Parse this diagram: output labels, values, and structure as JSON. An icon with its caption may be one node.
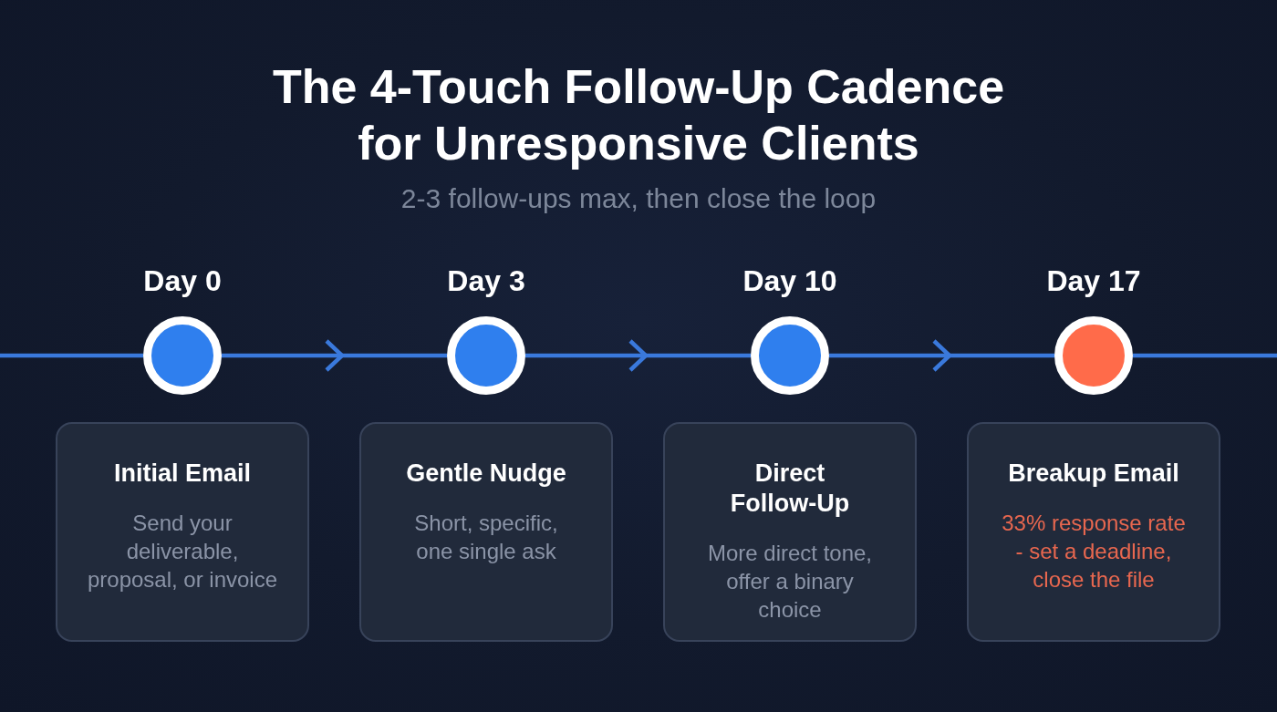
{
  "diagram": {
    "title": "The 4-Touch Follow-Up Cadence for Unresponsive Clients",
    "nodes": [
      {
        "text": [],
        "shape": "circle",
        "beside": [
          "Day 0"
        ]
      },
      {
        "text": [],
        "shape": "circle",
        "beside": [
          "Day 3"
        ]
      },
      {
        "text": [],
        "shape": "circle",
        "beside": [
          "Day 10"
        ]
      },
      {
        "text": [],
        "shape": "circle",
        "beside": [
          "Day 17"
        ]
      },
      {
        "text": [
          "Initial Email",
          "Send your deliverable, proposal, or invoice"
        ]
      },
      {
        "text": [
          "Gentle Nudge",
          "Short, specific, one single ask"
        ]
      },
      {
        "text": [
          "Direct Follow-Up",
          "More direct tone, offer a binary choice"
        ]
      },
      {
        "text": [
          "Breakup Email",
          "33% response rate - set a deadline, close the file"
        ]
      }
    ],
    "edges": [
      {
        "from": null,
        "to": 0,
        "arrow": "none"
      },
      {
        "from": 0,
        "to": 1,
        "arrow": "to"
      },
      {
        "from": 1,
        "to": 2,
        "arrow": "to"
      },
      {
        "from": 2,
        "to": 3,
        "arrow": "to"
      },
      {
        "from": 3,
        "to": null,
        "arrow": "none"
      }
    ],
    "labels": [
      "2-3 follow-ups max, then close the loop"
    ]
  }
}
